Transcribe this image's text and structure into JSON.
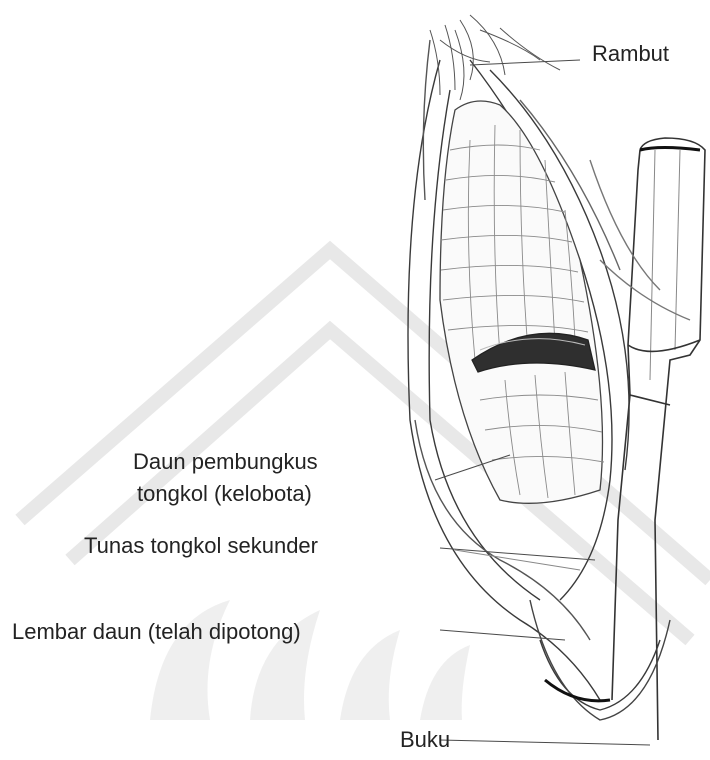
{
  "labels": {
    "rambut": "Rambut",
    "daun_pembungkus_line1": "Daun pembungkus",
    "daun_pembungkus_line2": "tongkol (kelobota)",
    "tunas": "Tunas tongkol sekunder",
    "lembar": "Lembar daun (telah dipotong)",
    "buku": "Buku"
  },
  "watermark": {
    "color": "#e6e6e6"
  }
}
